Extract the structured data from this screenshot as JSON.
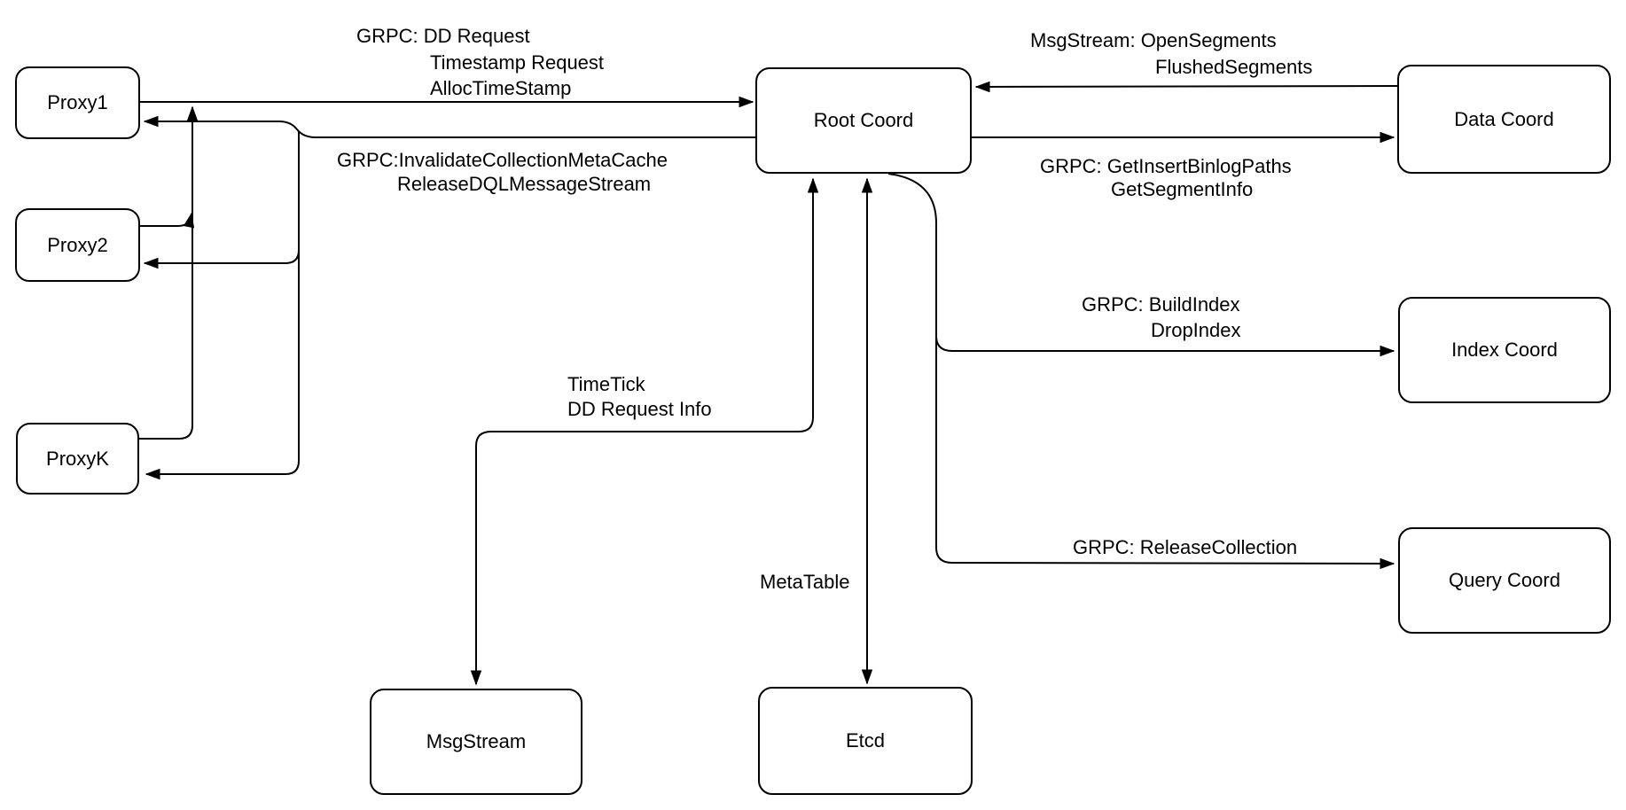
{
  "diagram": {
    "type": "architecture-diagram",
    "subject": "Root Coord interactions (Milvus system architecture)"
  },
  "colors": {
    "background": "#ffffff",
    "stroke": "#000000",
    "node_fill": "#ffffff",
    "text": "#000000"
  },
  "nodes": {
    "proxy1": {
      "label": "Proxy1"
    },
    "proxy2": {
      "label": "Proxy2"
    },
    "proxyk": {
      "label": "ProxyK"
    },
    "root_coord": {
      "label": "Root Coord"
    },
    "data_coord": {
      "label": "Data Coord"
    },
    "index_coord": {
      "label": "Index Coord"
    },
    "query_coord": {
      "label": "Query Coord"
    },
    "msgstream": {
      "label": "MsgStream"
    },
    "etcd": {
      "label": "Etcd"
    }
  },
  "edge_labels": {
    "proxy1_to_root": [
      "GRPC: DD Request",
      "Timestamp Request",
      "AllocTimeStamp"
    ],
    "root_to_proxies": [
      "GRPC:InvalidateCollectionMetaCache",
      "ReleaseDQLMessageStream"
    ],
    "data_to_root": [
      "MsgStream: OpenSegments",
      "FlushedSegments"
    ],
    "root_to_data": [
      "GRPC: GetInsertBinlogPaths",
      "GetSegmentInfo"
    ],
    "root_to_index": [
      "GRPC: BuildIndex",
      "DropIndex"
    ],
    "root_to_query": [
      "GRPC: ReleaseCollection"
    ],
    "root_to_msgstream": [
      "TimeTick",
      "DD Request Info"
    ],
    "root_to_etcd": [
      "MetaTable"
    ]
  },
  "edges": [
    {
      "from": "Proxy1",
      "to": "Root Coord",
      "direction": "forward",
      "label": "GRPC: DD Request / Timestamp Request / AllocTimeStamp"
    },
    {
      "from": "Proxy2",
      "to": "Root Coord",
      "direction": "forward",
      "label": ""
    },
    {
      "from": "ProxyK",
      "to": "Root Coord",
      "direction": "forward",
      "label": ""
    },
    {
      "from": "Root Coord",
      "to": "Proxy1",
      "direction": "forward",
      "label": "GRPC:InvalidateCollectionMetaCache / ReleaseDQLMessageStream"
    },
    {
      "from": "Root Coord",
      "to": "Proxy2",
      "direction": "forward",
      "label": ""
    },
    {
      "from": "Root Coord",
      "to": "ProxyK",
      "direction": "forward",
      "label": ""
    },
    {
      "from": "Data Coord",
      "to": "Root Coord",
      "direction": "forward",
      "label": "MsgStream: OpenSegments / FlushedSegments"
    },
    {
      "from": "Root Coord",
      "to": "Data Coord",
      "direction": "forward",
      "label": "GRPC: GetInsertBinlogPaths / GetSegmentInfo"
    },
    {
      "from": "Root Coord",
      "to": "Index Coord",
      "direction": "forward",
      "label": "GRPC: BuildIndex / DropIndex"
    },
    {
      "from": "Root Coord",
      "to": "Query Coord",
      "direction": "forward",
      "label": "GRPC: ReleaseCollection"
    },
    {
      "from": "Root Coord",
      "to": "MsgStream",
      "direction": "both",
      "label": "TimeTick / DD Request Info"
    },
    {
      "from": "Root Coord",
      "to": "Etcd",
      "direction": "both",
      "label": "MetaTable"
    }
  ]
}
